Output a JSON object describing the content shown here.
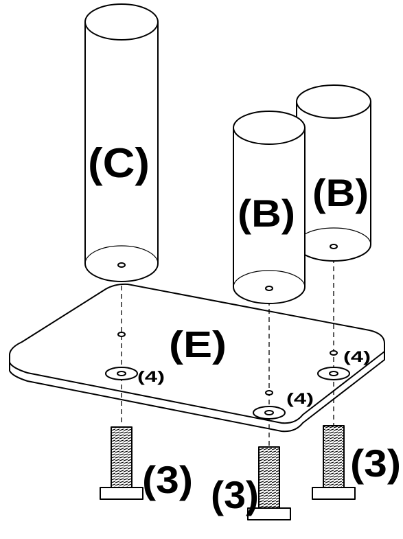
{
  "labels": {
    "post_c": "(C)",
    "post_b_front": "(B)",
    "post_b_back": "(B)",
    "plate": "(E)",
    "washer_left": "(4)",
    "washer_middle": "(4)",
    "washer_right": "(4)",
    "screw_left": "(3)",
    "screw_middle": "(3)",
    "screw_right": "(3)"
  }
}
